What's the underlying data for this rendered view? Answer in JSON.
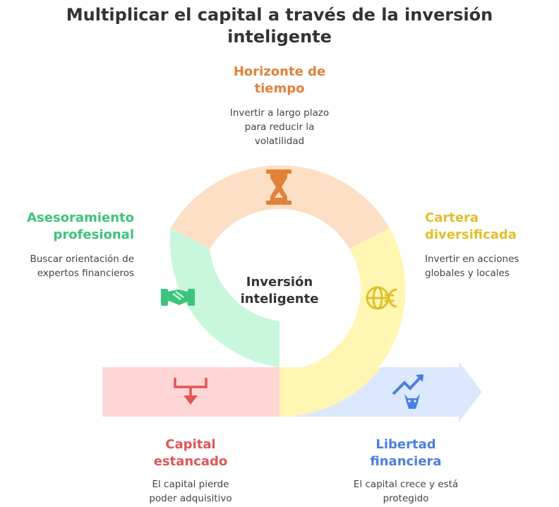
{
  "title": "Multiplicar el capital a través de la inversión inteligente",
  "center": {
    "label": "Inversión inteligente"
  },
  "colors": {
    "orange": "#E0823A",
    "green": "#3CC47C",
    "yellow": "#E0C02A",
    "red": "#E05656",
    "blue": "#4A7FE0",
    "orange_fill": "#FDDFC6",
    "green_fill": "#C8F7DE",
    "yellow_fill": "#FFF6B3",
    "red_fill": "#FFD6D6",
    "blue_fill": "#DCE8FD"
  },
  "segments": [
    {
      "id": "horizonte",
      "title": "Horizonte de tiempo",
      "description": "Invertir a largo plazo para reducir la volatilidad",
      "icon": "hourglass-icon"
    },
    {
      "id": "asesoramiento",
      "title": "Asesoramiento profesional",
      "description": "Buscar orientación de expertos financieros",
      "icon": "handshake-icon"
    },
    {
      "id": "cartera",
      "title": "Cartera diversificada",
      "description": "Invertir en acciones globales y locales",
      "icon": "euro-globe-icon"
    }
  ],
  "outcomes": [
    {
      "id": "capital",
      "title": "Capital estancado",
      "description": "El capital pierde poder adquisitivo",
      "icon": "arrow-down-icon"
    },
    {
      "id": "libertad",
      "title": "Libertad financiera",
      "description": "El capital crece y está protegido",
      "icon": "bull-trend-icon"
    }
  ]
}
